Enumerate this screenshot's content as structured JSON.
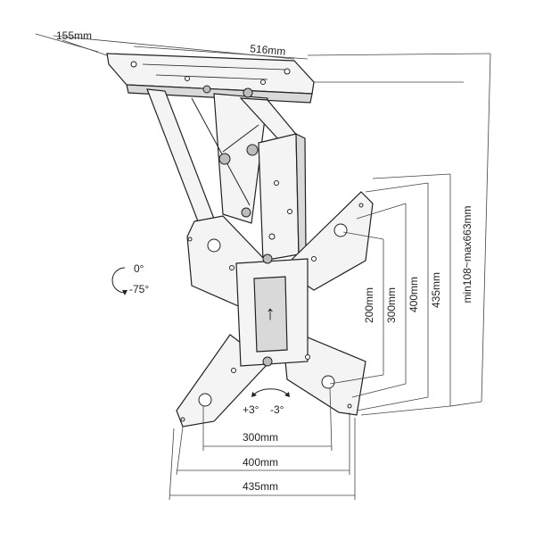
{
  "dimensions": {
    "depth": "155mm",
    "width": "516mm",
    "height_range": "min108~max663mm",
    "vesa_h_300": "300mm",
    "vesa_h_400": "400mm",
    "vesa_h_435": "435mm",
    "vesa_v_200": "200mm",
    "vesa_v_300": "300mm",
    "vesa_v_400": "400mm",
    "vesa_v_435": "435mm"
  },
  "tilt": {
    "top": "0°",
    "bottom": "-75°"
  },
  "swivel": {
    "plus": "+3°",
    "minus": "-3°"
  },
  "icons": [
    "rotation-arrow-icon",
    "swivel-arrow-icon",
    "up-arrow-icon"
  ]
}
